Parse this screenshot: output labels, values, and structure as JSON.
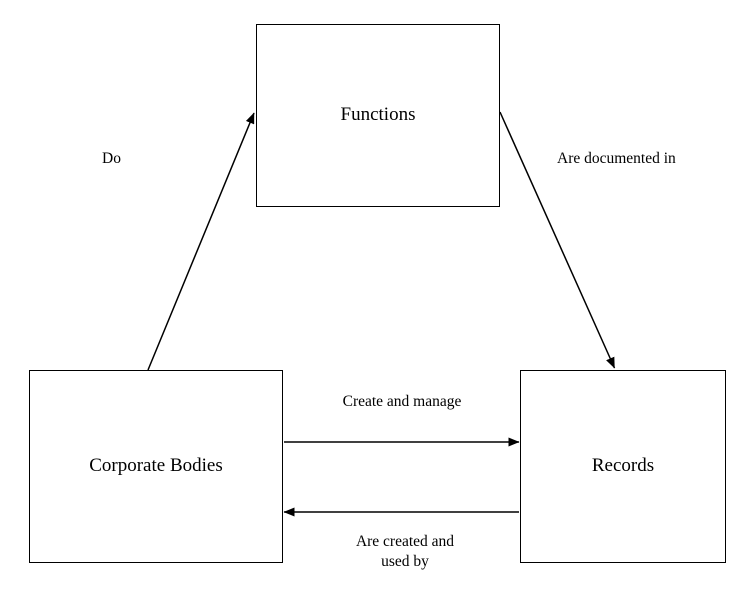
{
  "diagram": {
    "title": "Corporate Bodies, Functions and Records relationship diagram",
    "background_color": "#ffffff",
    "stroke_color": "#000000",
    "text_color": "#000000",
    "nodes": [
      {
        "id": "functions",
        "label": "Functions"
      },
      {
        "id": "corporate_bodies",
        "label": "Corporate Bodies"
      },
      {
        "id": "records",
        "label": "Records"
      }
    ],
    "edges": [
      {
        "id": "do",
        "label": "Do",
        "from": "corporate_bodies",
        "to": "functions",
        "direction": "one-way"
      },
      {
        "id": "are_documented_in",
        "label": "Are documented in",
        "from": "functions",
        "to": "records",
        "direction": "one-way"
      },
      {
        "id": "create_and_manage",
        "label": "Create and manage",
        "from": "corporate_bodies",
        "to": "records",
        "direction": "one-way"
      },
      {
        "id": "are_created_and_used_by",
        "label": "Are created and\nused by",
        "from": "records",
        "to": "corporate_bodies",
        "direction": "one-way"
      }
    ]
  }
}
